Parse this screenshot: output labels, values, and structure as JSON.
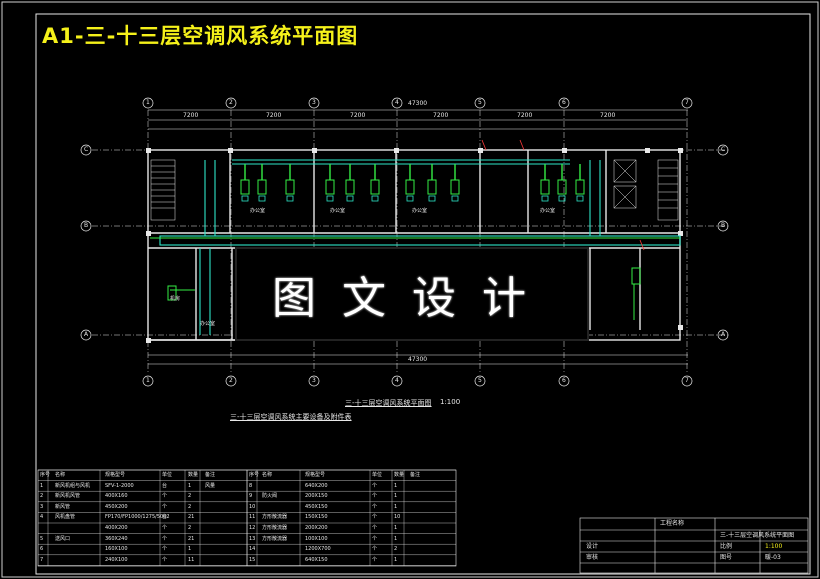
{
  "drawing_title": "A1-三-十三层空调风系统平面图",
  "watermark": "图文设计",
  "plan_caption": "三-十三层空调风系统平面图",
  "plan_scale": "1:100",
  "schedule_caption": "三-十三层空调风系统主要设备及附件表",
  "overall_dimension": "47300",
  "bay_dimension": "7200",
  "grid_top": [
    "1",
    "2",
    "3",
    "4",
    "5",
    "6",
    "7"
  ],
  "grid_side": [
    "C",
    "B",
    "A"
  ],
  "schedule": {
    "headers": [
      "序号",
      "名称",
      "规格型号",
      "单位",
      "数量",
      "备注"
    ],
    "rows_left": [
      [
        "1",
        "新风机组与风机",
        "SFV-1-2000",
        "台",
        "1",
        "风量"
      ],
      [
        "2",
        "新风机风管",
        "400X160",
        "个",
        "2",
        ""
      ],
      [
        "3",
        "新风管",
        "450X200",
        "个",
        "2",
        ""
      ],
      [
        "4",
        "风机盘管",
        "FP170/FP1000/1275/5002",
        "台",
        "21",
        ""
      ],
      [
        "",
        "",
        "400X200",
        "个",
        "2",
        ""
      ],
      [
        "5",
        "送风口",
        "360X240",
        "个",
        "21",
        ""
      ],
      [
        "6",
        "",
        "160X100",
        "个",
        "1",
        ""
      ],
      [
        "7",
        "",
        "240X100",
        "个",
        "11",
        ""
      ]
    ],
    "rows_right": [
      [
        "8",
        "",
        "640X200",
        "个",
        "1",
        ""
      ],
      [
        "9",
        "防火阀",
        "200X150",
        "个",
        "1",
        ""
      ],
      [
        "10",
        "",
        "450X150",
        "个",
        "1",
        ""
      ],
      [
        "11",
        "方形散流器",
        "150X150",
        "个",
        "10",
        ""
      ],
      [
        "12",
        "方形散流器",
        "200X200",
        "个",
        "1",
        ""
      ],
      [
        "13",
        "方形散流器",
        "100X100",
        "个",
        "1",
        ""
      ],
      [
        "14",
        "",
        "1200X700",
        "个",
        "2",
        ""
      ],
      [
        "15",
        "",
        "640X150",
        "个",
        "1",
        ""
      ]
    ]
  },
  "title_block": {
    "project": "工程名称",
    "drawing": "三-十三层空调风系统平面图",
    "scale_label": "比例",
    "scale_value": "1:100",
    "sheet_label": "图号",
    "sheet_value": "暖-03",
    "design": "设计",
    "check": "审核"
  },
  "colors": {
    "frame": "#ffffff",
    "title": "#f5f11a",
    "duct": "#2ee6c8",
    "green": "#33ee44",
    "wall": "#e8e8e8",
    "dim": "#ff3b3b"
  }
}
